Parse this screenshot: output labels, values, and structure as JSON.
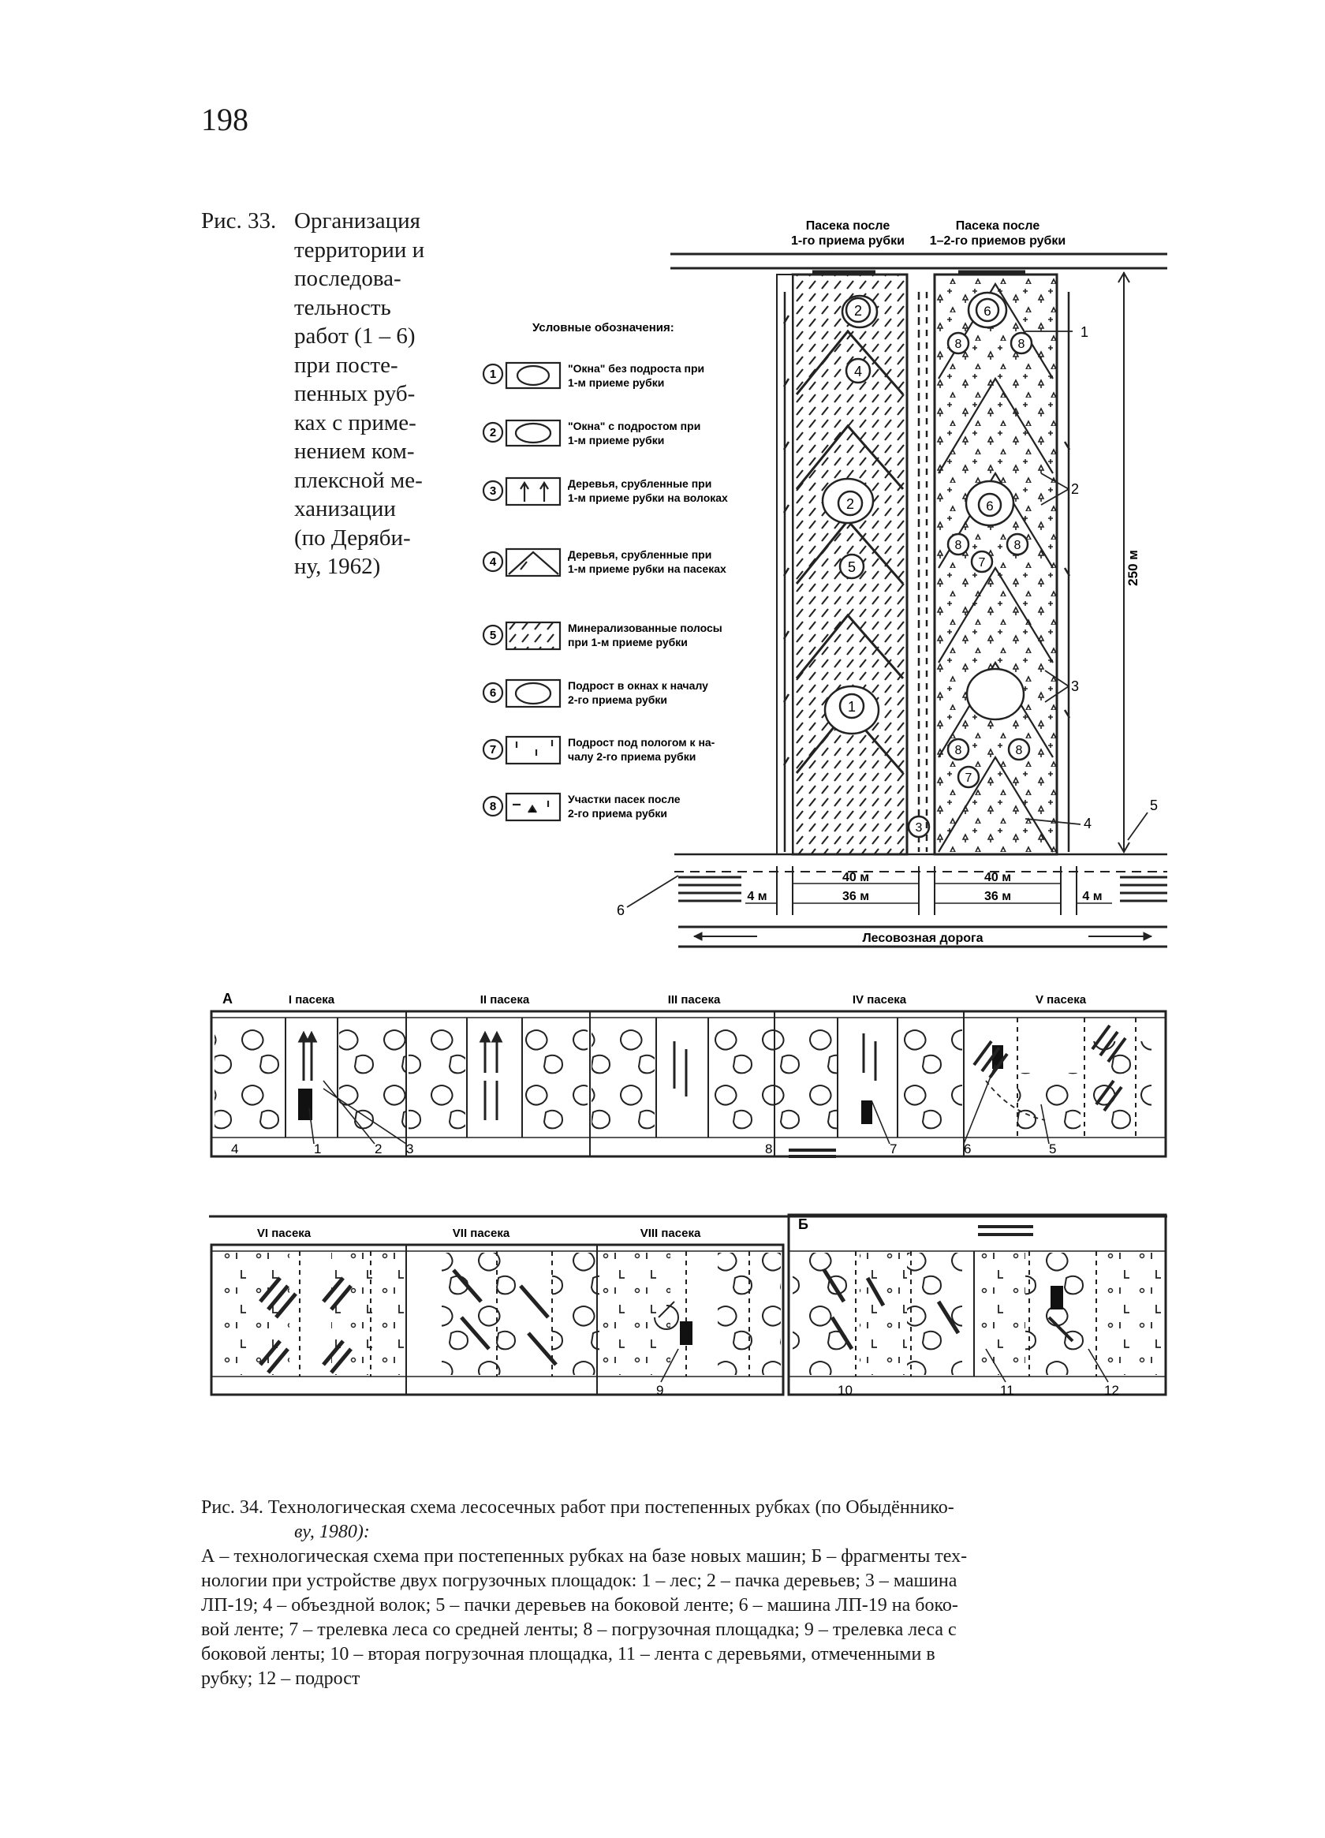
{
  "page": {
    "number": "198"
  },
  "fig33": {
    "label": "Рис. 33.",
    "caption_lines": [
      "Организация",
      "территории и",
      "последова-",
      "тельность",
      "работ (1 – 6)",
      "при посте-",
      "пенных руб-",
      "ках с приме-",
      "нением ком-",
      "плексной ме-",
      "ханизации",
      "(по Деряби-",
      "ну, 1962)"
    ],
    "strip1_header": [
      "Пасека после",
      "1-го приема рубки"
    ],
    "strip2_header": [
      "Пасека после",
      "1–2-го приемов рубки"
    ],
    "legend_title": "Условные обозначения:",
    "legend": [
      {
        "num": "1",
        "text": [
          "\"Окна\" без подроста при",
          "1-м приеме рубки"
        ]
      },
      {
        "num": "2",
        "text": [
          "\"Окна\" с подростом при",
          "1-м приеме рубки"
        ]
      },
      {
        "num": "3",
        "text": [
          "Деревья, срубленные при",
          "1-м приеме рубки на волоках"
        ]
      },
      {
        "num": "4",
        "text": [
          "Деревья, срубленные при",
          "1-м приеме рубки на пасеках"
        ]
      },
      {
        "num": "5",
        "text": [
          "Минерализованные полосы",
          "при 1-м приеме рубки"
        ]
      },
      {
        "num": "6",
        "text": [
          "Подрост в окнах к началу",
          "2-го приема рубки"
        ]
      },
      {
        "num": "7",
        "text": [
          "Подрост под пологом к на-",
          "чалу 2-го приема рубки"
        ]
      },
      {
        "num": "8",
        "text": [
          "Участки пасек после",
          "2-го приема рубки"
        ]
      }
    ],
    "dims": {
      "d40a": "40 м",
      "d40b": "40 м",
      "d36a": "36 м",
      "d36b": "36 м",
      "d4a": "4 м",
      "d4b": "4 м",
      "d250": "250 м"
    },
    "callouts": [
      "1",
      "2",
      "3",
      "4",
      "5",
      "6"
    ],
    "road_label": "Лесовозная дорога"
  },
  "fig34": {
    "panel_a_label": "А",
    "panel_b_label": "Б",
    "strips_top": [
      "I пасека",
      "II пасека",
      "III пасека",
      "IV пасека",
      "V пасека"
    ],
    "strips_bottom": [
      "VI пасека",
      "VII пасека",
      "VIII пасека"
    ],
    "nums_top": [
      "4",
      "1",
      "2",
      "3",
      "8",
      "7",
      "6",
      "5"
    ],
    "nums_bottom": [
      "9",
      "10",
      "11",
      "12"
    ],
    "caption_title": "Рис. 34. Технологическая схема лесосечных работ при постепенных рубках (по Обыдённико-",
    "caption_title2": "ву, 1980):",
    "caption_body": [
      "А – технологическая схема при постепенных рубках на базе новых машин; Б – фрагменты тех-",
      "нологии при устройстве двух погрузочных площадок: 1 – лес; 2 – пачка деревьев; 3 – машина",
      "ЛП-19; 4 – объездной волок; 5 – пачки деревьев на боковой ленте; 6 – машина ЛП-19 на боко-",
      "вой ленте; 7 – трелевка леса со средней ленты; 8 – погрузочная площадка; 9 – трелевка леса с",
      "боковой ленты; 10 – вторая погрузочная площадка, 11 – лента с деревьями, отмеченными в",
      "рубку; 12 – подрост"
    ]
  }
}
